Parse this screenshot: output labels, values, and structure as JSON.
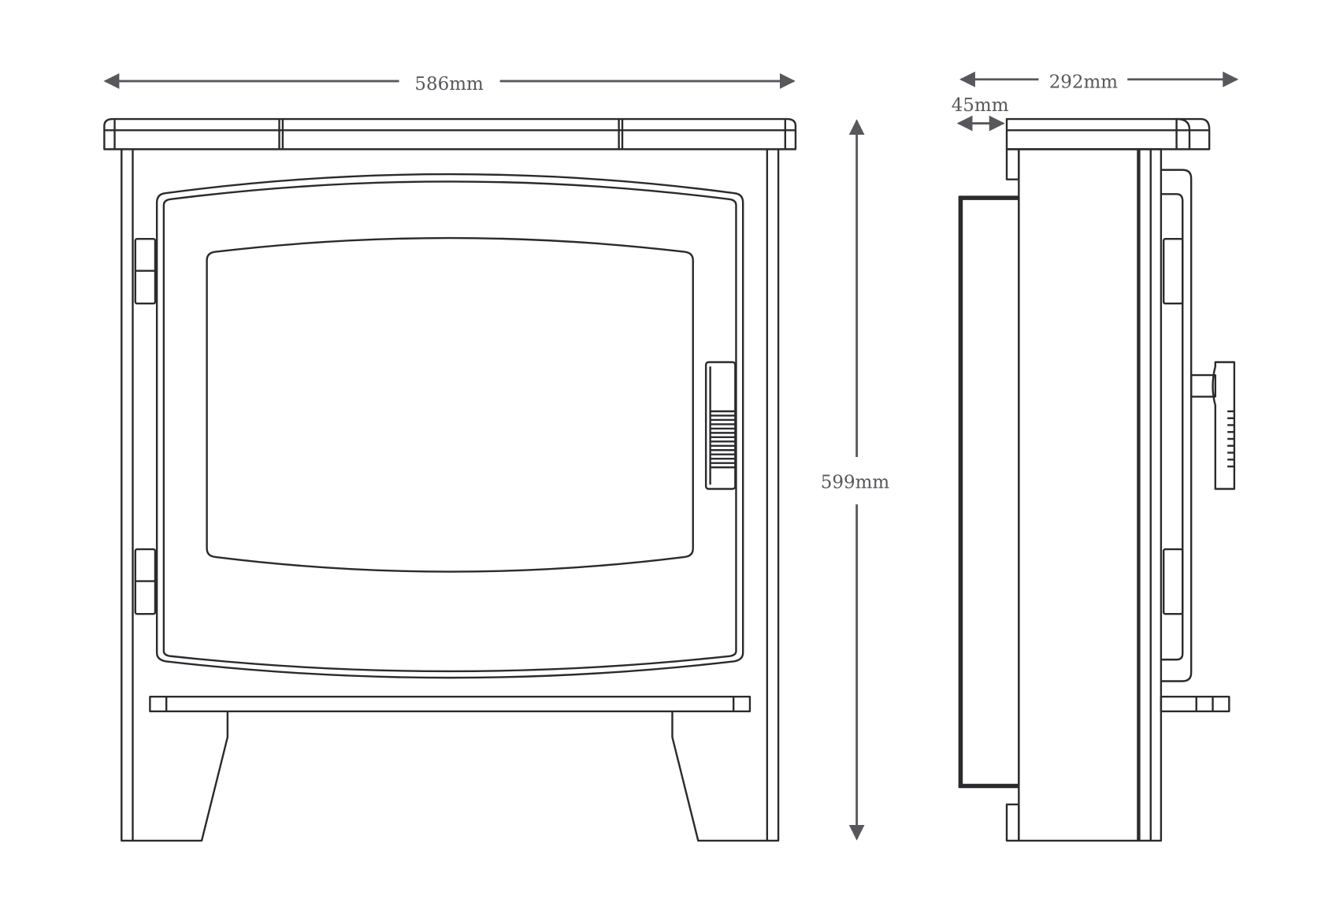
{
  "title": "Stove dimension drawing",
  "dimensions": {
    "front_width": "586mm",
    "height": "599mm",
    "side_depth": "292mm",
    "rear_offset": "45mm"
  },
  "colors": {
    "line": "#2b2b2e",
    "dimension": "#58585c"
  }
}
